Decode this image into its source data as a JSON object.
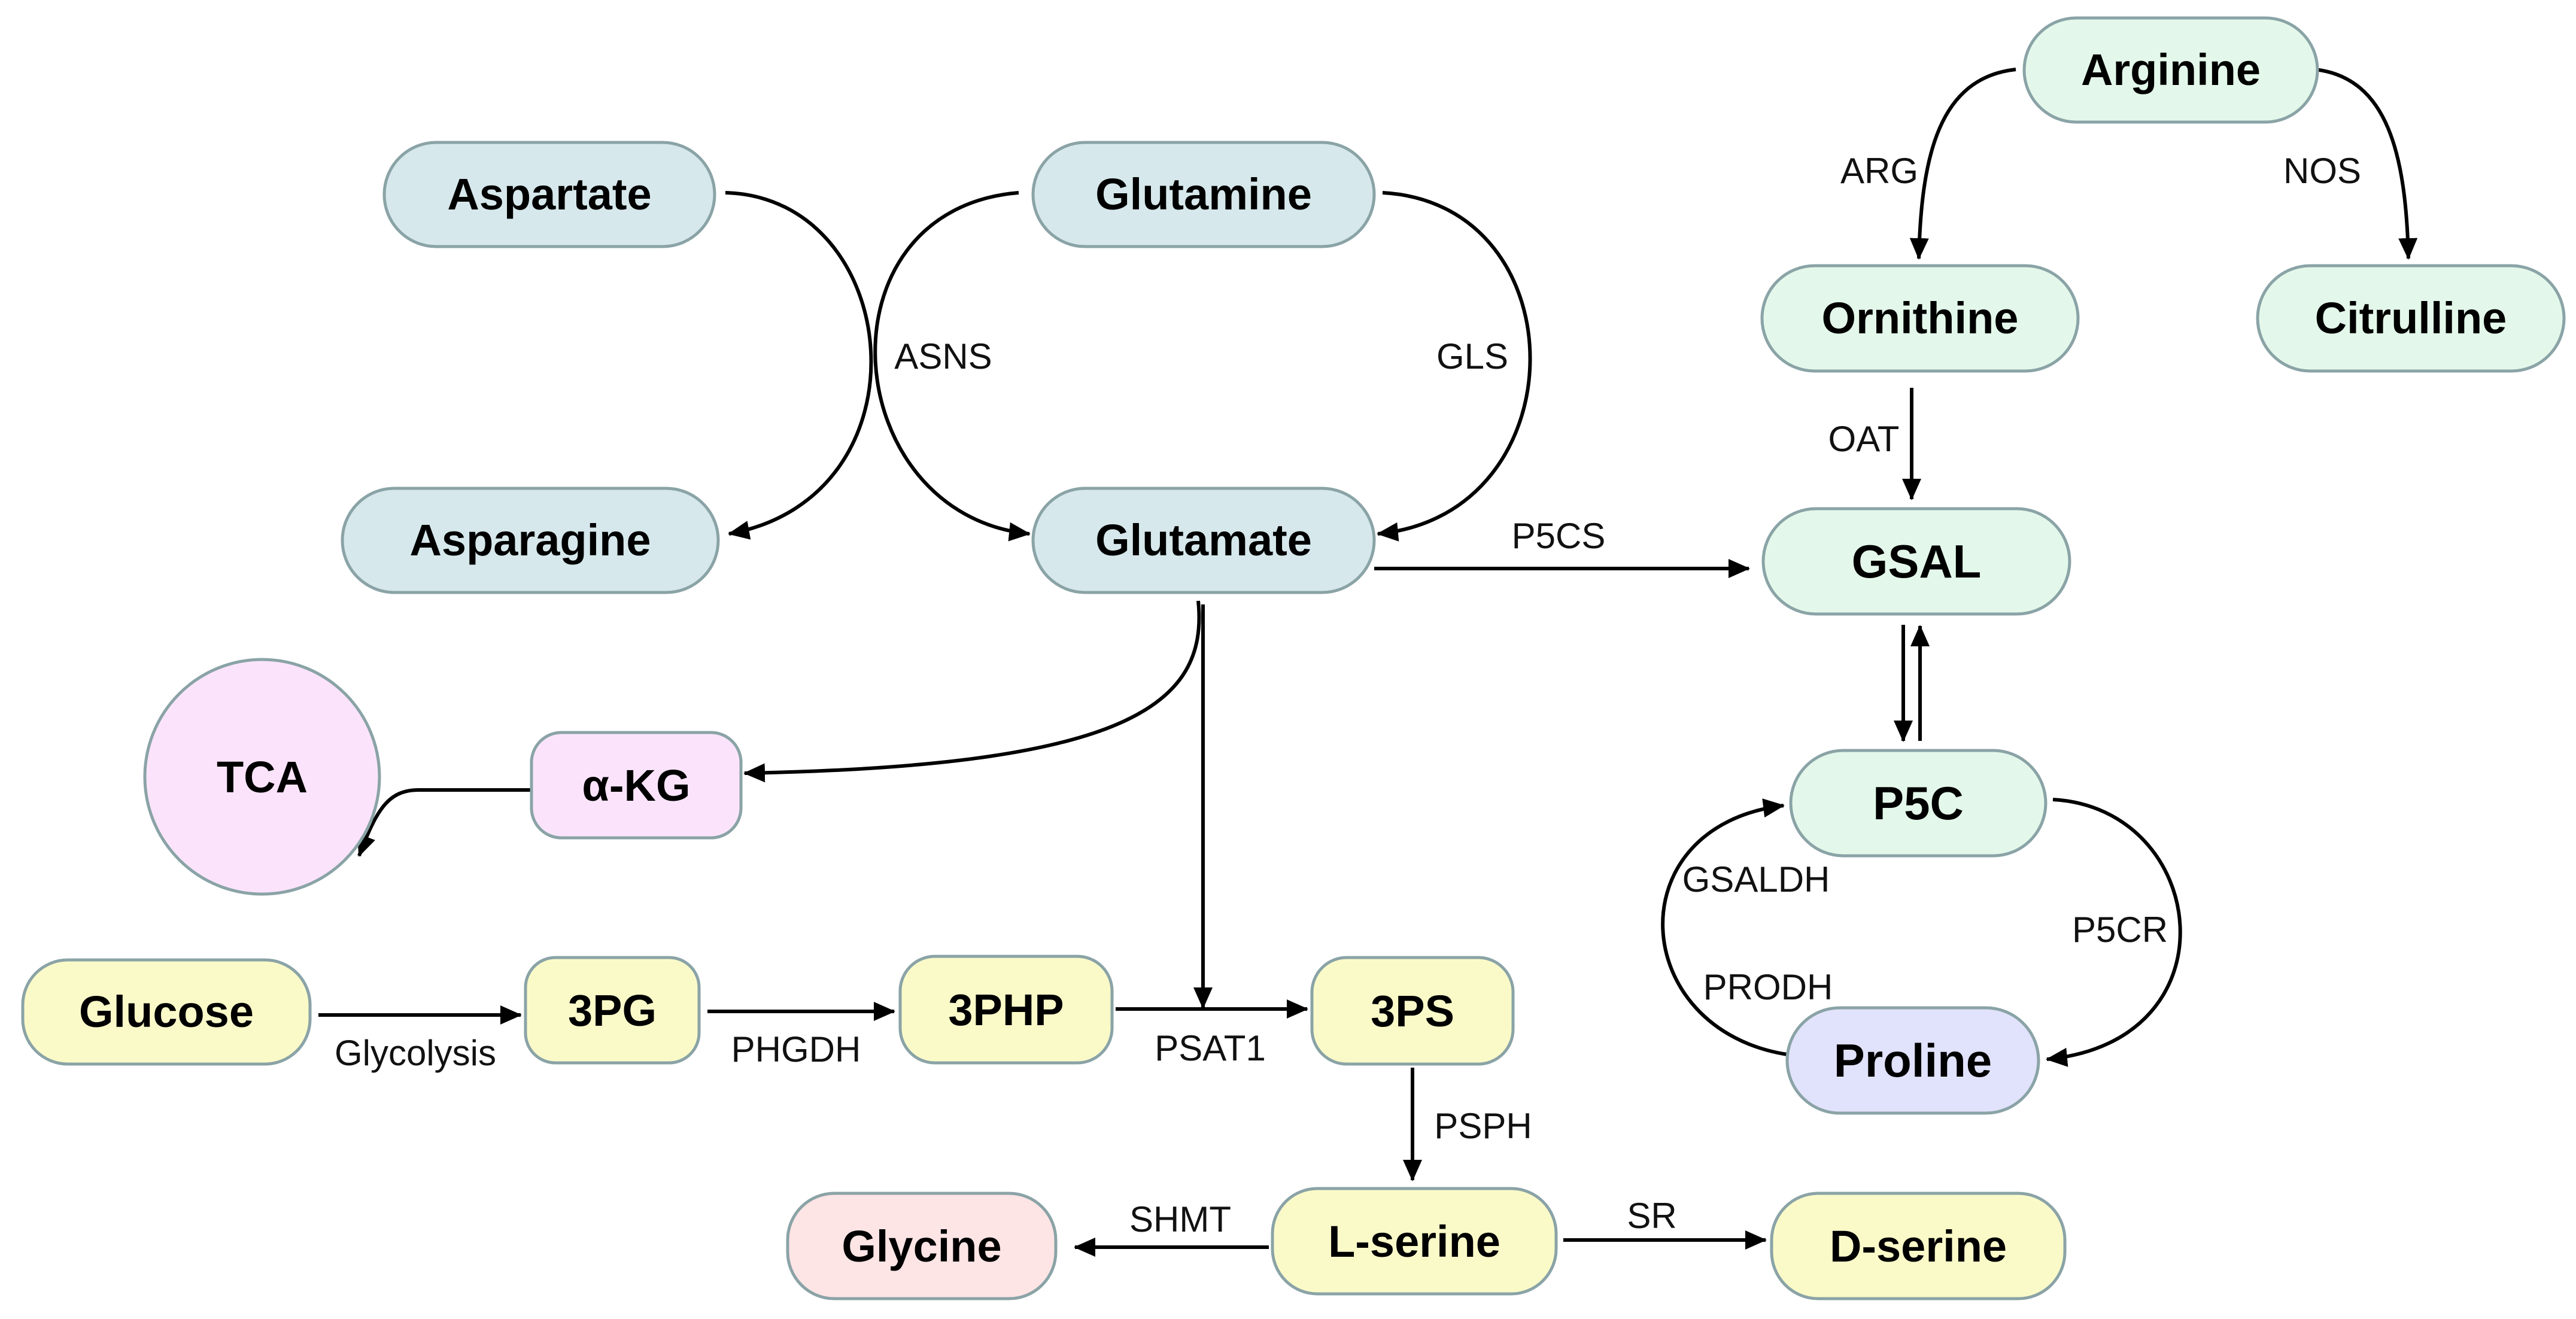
{
  "colors": {
    "blue_node": "#d6e8eb",
    "green_node": "#e3f8ea",
    "yellow_node": "#fafac9",
    "pink_node": "#fde4e5",
    "lavender_node": "#e1e2fb",
    "magenta_node": "#fbe4fb",
    "node_border": "#8aa3a6",
    "edge": "#000000"
  },
  "nodes": {
    "aspartate": "Aspartate",
    "glutamine": "Glutamine",
    "asparagine": "Asparagine",
    "glutamate": "Glutamate",
    "arginine": "Arginine",
    "ornithine": "Ornithine",
    "citrulline": "Citrulline",
    "gsal": "GSAL",
    "p5c": "P5C",
    "proline": "Proline",
    "tca": "TCA",
    "akg": "α-KG",
    "glucose": "Glucose",
    "three_pg": "3PG",
    "three_php": "3PHP",
    "three_ps": "3PS",
    "lserine": "L-serine",
    "dserine": "D-serine",
    "glycine": "Glycine"
  },
  "enzymes": {
    "asns": "ASNS",
    "gls": "GLS",
    "p5cs": "P5CS",
    "arg": "ARG",
    "nos": "NOS",
    "oat": "OAT",
    "gsaldh": "GSALDH",
    "prodh": "PRODH",
    "p5cr": "P5CR",
    "glycolysis": "Glycolysis",
    "phgdh": "PHGDH",
    "psat1": "PSAT1",
    "psph": "PSPH",
    "shmt": "SHMT",
    "sr": "SR"
  }
}
